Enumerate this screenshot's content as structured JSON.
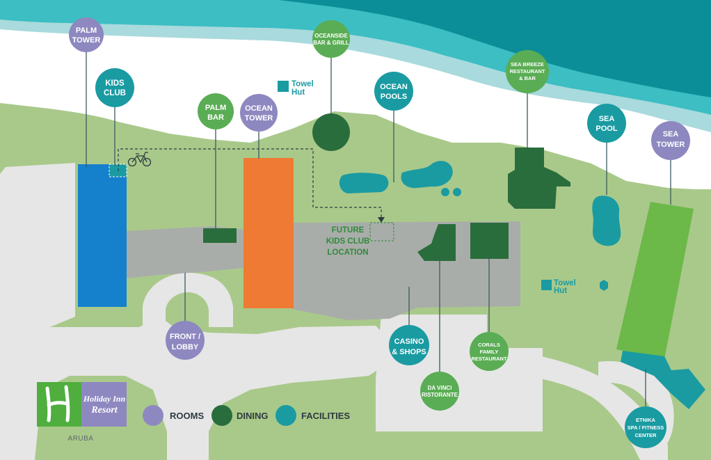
{
  "map": {
    "colors": {
      "sea_deep": "#0b8e97",
      "sea_mid": "#3cbec3",
      "sea_light": "#a9dadd",
      "sand": "#ffffff",
      "grass": "#a9c98a",
      "road": "#e6e6e6",
      "building": "#a9ada9",
      "rooms": "#8e88c0",
      "dining": "#2a6d3c",
      "facilities": "#1a9ba2",
      "palm_tower": "#1580cc",
      "ocean_tower": "#ef7a34",
      "sea_tower": "#6cb849",
      "dining_badge": "#5aad54",
      "label_text": "#2f8a3a"
    },
    "markers": {
      "palm_tower": {
        "line1": "PALM",
        "line2": "TOWER",
        "category": "rooms"
      },
      "kids_club": {
        "line1": "KIDS",
        "line2": "CLUB",
        "category": "facilities"
      },
      "palm_bar": {
        "line1": "PALM",
        "line2": "BAR",
        "category": "dining"
      },
      "ocean_tower": {
        "line1": "OCEAN",
        "line2": "TOWER",
        "category": "rooms"
      },
      "oceanside": {
        "line1": "OCEANSIDE",
        "line2": "BAR & GRILL",
        "category": "dining"
      },
      "ocean_pools": {
        "line1": "OCEAN",
        "line2": "POOLS",
        "category": "facilities"
      },
      "sea_breeze": {
        "line1": "SEA BREEZE",
        "line2": "RESTAURANT",
        "line3": "& BAR",
        "category": "dining"
      },
      "sea_pool": {
        "line1": "SEA",
        "line2": "POOL",
        "category": "facilities"
      },
      "sea_tower": {
        "line1": "SEA",
        "line2": "TOWER",
        "category": "rooms"
      },
      "front_lobby": {
        "line1": "FRONT /",
        "line2": "LOBBY",
        "category": "rooms"
      },
      "casino": {
        "line1": "CASINO",
        "line2": "& SHOPS",
        "category": "facilities"
      },
      "corals": {
        "line1": "CORALS",
        "line2": "FAMILY",
        "line3": "RESTAURANT",
        "category": "dining"
      },
      "da_vinci": {
        "line1": "DA VINCI",
        "line2": "RISTORANTE",
        "category": "dining"
      },
      "etnika": {
        "line1": "ETNIKA",
        "line2": "SPA / FITNESS",
        "line3": "CENTER",
        "category": "facilities"
      }
    },
    "towel_huts": [
      {
        "line1": "Towel",
        "line2": "Hut"
      },
      {
        "line1": "Towel",
        "line2": "Hut"
      }
    ],
    "future": {
      "line1": "FUTURE",
      "line2": "KIDS CLUB",
      "line3": "LOCATION"
    },
    "bike_icon": "bicycle-icon"
  },
  "legend": {
    "rooms": "ROOMS",
    "dining": "DINING",
    "facilities": "FACILITIES"
  },
  "logo": {
    "line1": "Holiday Inn",
    "line2": "Resort",
    "location": "ARUBA",
    "icon": "holiday-inn-h-logo"
  }
}
